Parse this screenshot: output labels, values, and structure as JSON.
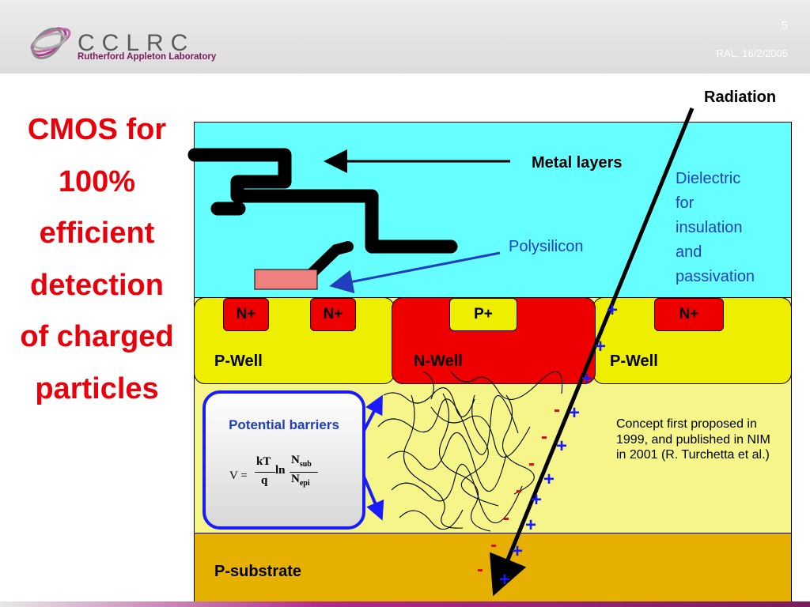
{
  "header": {
    "logo_name": "CCLRC",
    "logo_subtitle": "Rutherford Appleton Laboratory",
    "page_number": "5",
    "date": "RAL, 16/2/2005"
  },
  "title_lines": [
    "CMOS for",
    "100%",
    "efficient",
    "detection",
    "of charged",
    "particles"
  ],
  "labels": {
    "radiation": "Radiation",
    "metal_layers": "Metal layers",
    "dielectric": [
      "Dielectric",
      "for",
      "insulation",
      "and",
      "passivation"
    ],
    "polysilicon": "Polysilicon",
    "n_plus": "N+",
    "p_plus": "P+",
    "p_well": "P-Well",
    "n_well": "N-Well",
    "p_substrate": "P-substrate",
    "potential_barriers": "Potential barriers",
    "concept": "Concept first proposed in 1999, and published in NIM in 2001 (R. Turchetta et al.)"
  },
  "formula": {
    "lhs": "V =",
    "kT": "kT",
    "q": "q",
    "ln": "ln",
    "N": "N",
    "sub": "sub",
    "epi": "epi"
  },
  "charges": {
    "minus": "-",
    "plus": "+"
  },
  "colors": {
    "title_red": "#e8000b",
    "dielectric_cyan": "#66ffff",
    "well_yellow": "#eeee00",
    "nwell_red": "#ee0000",
    "epi_yellow": "#f5f58a",
    "substrate_orange": "#e6b000",
    "poly_pink": "#f08080",
    "barrier_blue": "#1a1aff",
    "text_blue": "#1f3fbf",
    "brand_purple": "#7a1c5e"
  }
}
